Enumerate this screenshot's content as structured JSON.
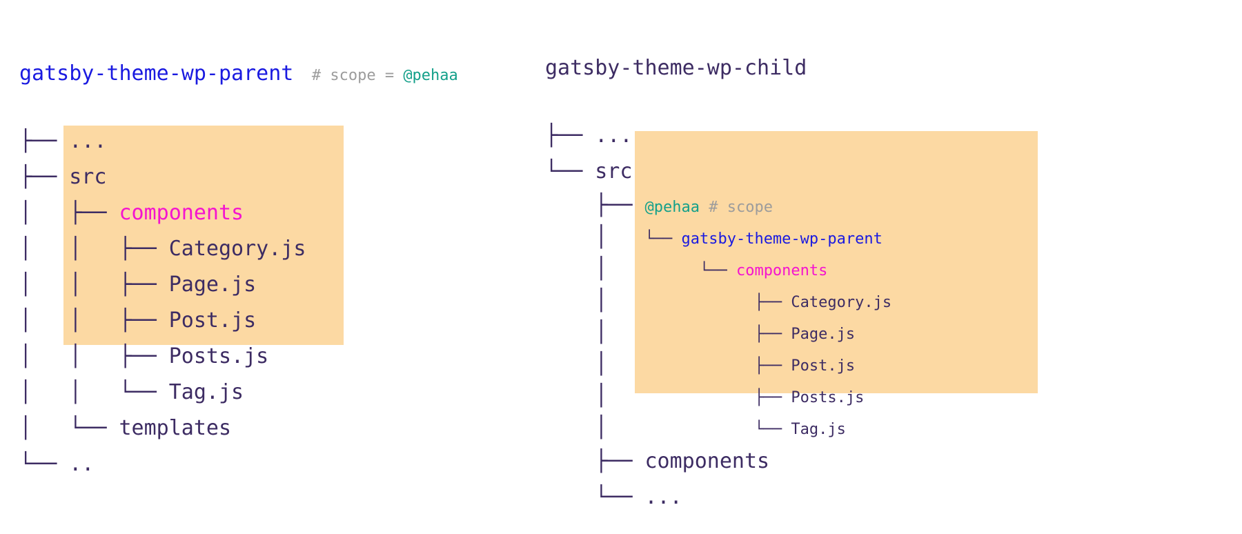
{
  "colors": {
    "default": "#3d2c63",
    "blue": "#1a1ae0",
    "magenta": "#f414cf",
    "teal": "#14a08a",
    "gray": "#9c9c9c",
    "highlight": "#fcd9a3"
  },
  "trees": {
    "parent": {
      "title_segments": [
        {
          "t": "gatsby-theme-wp-parent",
          "c": "blue"
        },
        {
          "t": "  ",
          "sz": "small"
        },
        {
          "t": "# scope = ",
          "c": "gray",
          "sz": "small"
        },
        {
          "t": "@pehaa",
          "c": "teal",
          "sz": "small"
        }
      ],
      "rows": [
        {
          "segments": [
            {
              "t": "├── ..."
            }
          ]
        },
        {
          "segments": [
            {
              "t": "├── src"
            }
          ]
        },
        {
          "segments": [
            {
              "t": "│   ├── "
            },
            {
              "t": "components",
              "c": "magenta"
            }
          ]
        },
        {
          "segments": [
            {
              "t": "│   │   ├── "
            },
            {
              "t": "Category.js"
            }
          ]
        },
        {
          "segments": [
            {
              "t": "│   │   ├── "
            },
            {
              "t": "Page.js"
            }
          ]
        },
        {
          "segments": [
            {
              "t": "│   │   ├── "
            },
            {
              "t": "Post.js"
            }
          ]
        },
        {
          "segments": [
            {
              "t": "│   │   ├── "
            },
            {
              "t": "Posts.js"
            }
          ]
        },
        {
          "segments": [
            {
              "t": "│   │   └── "
            },
            {
              "t": "Tag.js"
            }
          ]
        },
        {
          "segments": [
            {
              "t": "│   └── "
            },
            {
              "t": "templates"
            }
          ]
        },
        {
          "segments": [
            {
              "t": "└── .."
            }
          ]
        }
      ]
    },
    "child": {
      "title_segments": [
        {
          "t": "gatsby-theme-wp-child"
        }
      ],
      "rows": [
        {
          "segments": [
            {
              "t": "├── ..."
            }
          ]
        },
        {
          "segments": [
            {
              "t": "└── src"
            }
          ]
        },
        {
          "lh": "small",
          "segments": [
            {
              "t": "    ├── "
            },
            {
              "t": "@pehaa",
              "c": "teal",
              "sz": "small"
            },
            {
              "t": " # scope",
              "c": "gray",
              "sz": "small"
            }
          ]
        },
        {
          "lh": "small",
          "segments": [
            {
              "t": "    │   "
            },
            {
              "t": "└── ",
              "sz": "small"
            },
            {
              "t": "gatsby-theme-wp-parent",
              "c": "blue",
              "sz": "small"
            }
          ]
        },
        {
          "lh": "small",
          "segments": [
            {
              "t": "    │   "
            },
            {
              "t": "      └── ",
              "sz": "small"
            },
            {
              "t": "components",
              "c": "magenta",
              "sz": "small"
            }
          ]
        },
        {
          "lh": "small",
          "segments": [
            {
              "t": "    │   "
            },
            {
              "t": "            ├── ",
              "sz": "small"
            },
            {
              "t": "Category.js",
              "sz": "small"
            }
          ]
        },
        {
          "lh": "small",
          "segments": [
            {
              "t": "    │   "
            },
            {
              "t": "            ├── ",
              "sz": "small"
            },
            {
              "t": "Page.js",
              "sz": "small"
            }
          ]
        },
        {
          "lh": "small",
          "segments": [
            {
              "t": "    │   "
            },
            {
              "t": "            ├── ",
              "sz": "small"
            },
            {
              "t": "Post.js",
              "sz": "small"
            }
          ]
        },
        {
          "lh": "small",
          "segments": [
            {
              "t": "    │   "
            },
            {
              "t": "            ├── ",
              "sz": "small"
            },
            {
              "t": "Posts.js",
              "sz": "small"
            }
          ]
        },
        {
          "lh": "small",
          "segments": [
            {
              "t": "    │   "
            },
            {
              "t": "            └── ",
              "sz": "small"
            },
            {
              "t": "Tag.js",
              "sz": "small"
            }
          ]
        },
        {
          "segments": [
            {
              "t": "    ├── components"
            }
          ]
        },
        {
          "segments": [
            {
              "t": "    └── ..."
            }
          ]
        }
      ]
    }
  }
}
